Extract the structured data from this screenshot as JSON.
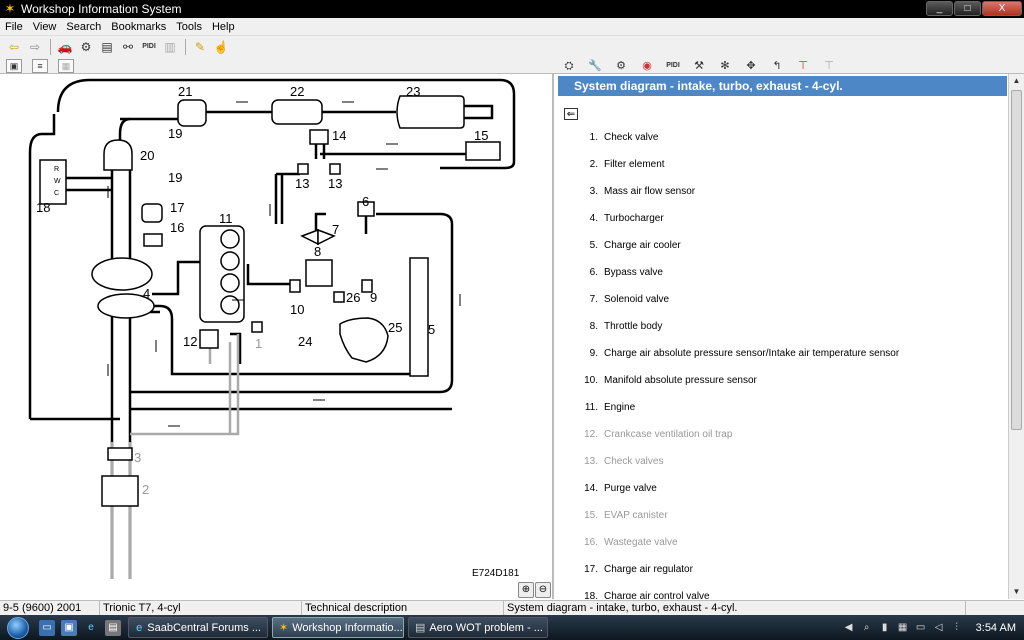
{
  "window": {
    "title": "Workshop Information System",
    "minimize": "_",
    "maximize": "□",
    "close": "X"
  },
  "menu": [
    "File",
    "View",
    "Search",
    "Bookmarks",
    "Tools",
    "Help"
  ],
  "toolbar": {
    "pid_label": "PIDI"
  },
  "right_toolbar": {
    "pid_label": "PIDI"
  },
  "diagram": {
    "code": "E724D181",
    "labels": [
      "1",
      "2",
      "3",
      "4",
      "5",
      "6",
      "7",
      "8",
      "9",
      "10",
      "11",
      "12",
      "13",
      "13",
      "14",
      "15",
      "16",
      "17",
      "18",
      "19",
      "19",
      "20",
      "21",
      "22",
      "23",
      "24",
      "25",
      "26"
    ],
    "relay_letters": [
      "R",
      "W",
      "C"
    ]
  },
  "panel": {
    "title": "System diagram - intake, turbo, exhaust - 4-cyl.",
    "parts": [
      {
        "num": "1.",
        "name": "Check valve",
        "dim": false
      },
      {
        "num": "2.",
        "name": "Filter element",
        "dim": false
      },
      {
        "num": "3.",
        "name": "Mass air flow sensor",
        "dim": false
      },
      {
        "num": "4.",
        "name": "Turbocharger",
        "dim": false
      },
      {
        "num": "5.",
        "name": "Charge air cooler",
        "dim": false
      },
      {
        "num": "6.",
        "name": "Bypass valve",
        "dim": false
      },
      {
        "num": "7.",
        "name": "Solenoid valve",
        "dim": false
      },
      {
        "num": "8.",
        "name": "Throttle body",
        "dim": false
      },
      {
        "num": "9.",
        "name": "Charge air absolute pressure sensor/Intake air temperature sensor",
        "dim": false
      },
      {
        "num": "10.",
        "name": "Manifold absolute pressure sensor",
        "dim": false
      },
      {
        "num": "11.",
        "name": "Engine",
        "dim": false
      },
      {
        "num": "12.",
        "name": "Crankcase ventilation oil trap",
        "dim": true
      },
      {
        "num": "13.",
        "name": "Check valves",
        "dim": true
      },
      {
        "num": "14.",
        "name": "Purge valve",
        "dim": false
      },
      {
        "num": "15.",
        "name": "EVAP canister",
        "dim": true
      },
      {
        "num": "16.",
        "name": "Wastegate valve",
        "dim": true
      },
      {
        "num": "17.",
        "name": "Charge air regulator",
        "dim": false
      },
      {
        "num": "18.",
        "name": "Charge air control valve",
        "dim": false
      }
    ]
  },
  "status": {
    "vehicle": "9-5 (9600) 2001",
    "engine": "Trionic T7, 4-cyl",
    "section": "Technical description",
    "document": "System diagram - intake, turbo, exhaust - 4-cyl."
  },
  "taskbar": {
    "tasks": [
      {
        "label": "SaabCentral Forums ...",
        "active": false
      },
      {
        "label": "Workshop Informatio...",
        "active": true
      },
      {
        "label": "Aero WOT problem - ...",
        "active": false
      }
    ],
    "clock": "3:54 AM"
  },
  "colors": {
    "title_accent": "#4e87c5",
    "titlebar": "#000000"
  }
}
